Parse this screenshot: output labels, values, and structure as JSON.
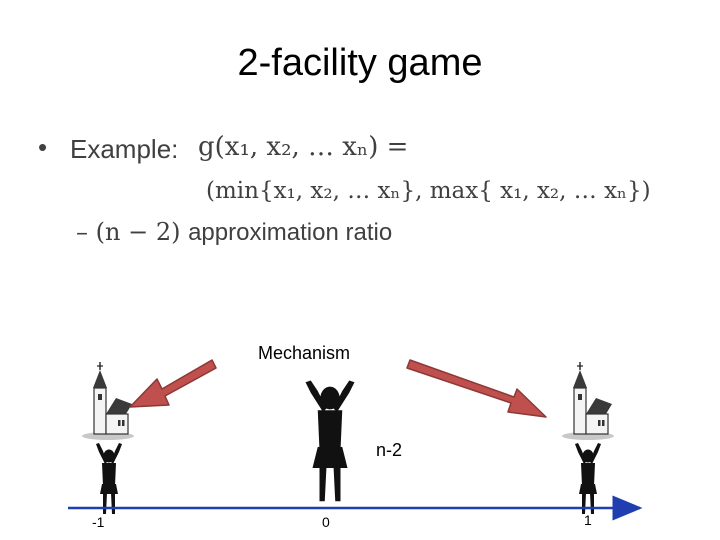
{
  "title": "2-facility game",
  "bullet": {
    "marker": "•",
    "label": "Example:",
    "formula_line1": "g(x₁, x₂, … xₙ) =",
    "formula_line2": "(min{x₁, x₂, … xₙ}, max{ x₁, x₂, … xₙ})"
  },
  "sub_bullet": {
    "math": "– (n − 2) ",
    "text": "approximation ratio"
  },
  "figure": {
    "mechanism_label": "Mechanism",
    "group_label": "n-2",
    "axis_ticks": [
      "-1",
      "0",
      "1"
    ]
  },
  "colors": {
    "arrow_fill": "#c0504d",
    "arrow_stroke": "#8c3836",
    "axis_line": "#1f3fb0",
    "text_gray": "#404040"
  },
  "icons": [
    "church-icon",
    "church-icon",
    "person-arms-up-icon"
  ]
}
